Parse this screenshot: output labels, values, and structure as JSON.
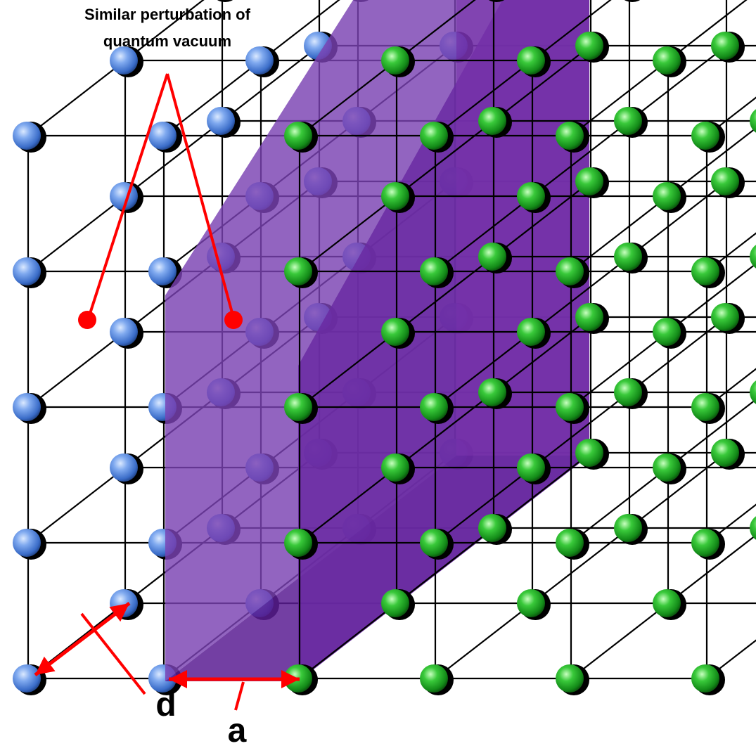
{
  "annotation": {
    "line1": "Similar perturbation of",
    "line2": "quantum vacuum"
  },
  "labels": {
    "d": "d",
    "a": "a"
  },
  "colors": {
    "blue_sphere": "#5b8fe0",
    "green_sphere": "#1fae1f",
    "slab_front": "#6a2f9e",
    "slab_back": "#5a1f8e",
    "arrow": "#ff0000",
    "lattice_line": "#000000"
  },
  "lattice": {
    "columns": 6,
    "rows": 5,
    "layers": 4,
    "blue_columns": 2,
    "green_columns": 4
  }
}
